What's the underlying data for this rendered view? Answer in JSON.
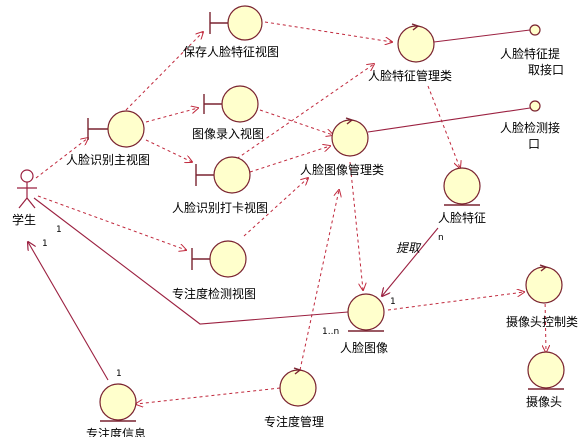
{
  "actor": {
    "label": "学生"
  },
  "nodes": {
    "main_view": "人脸识别主视图",
    "save_view": "保存人脸特征视图",
    "input_view": "图像录入视图",
    "checkin_view": "人脸识别打卡视图",
    "focus_view": "专注度检测视图",
    "feature_mgr": "人脸特征管理类",
    "image_mgr": "人脸图像管理类",
    "feature_entity": "人脸特征",
    "image_entity": "人脸图像",
    "camera_ctrl": "摄像头控制类",
    "camera": "摄像头",
    "focus_mgr": "专注度管理",
    "focus_info": "专注度信息",
    "extract_iface": "人脸特征提取接口",
    "detect_iface": "人脸检测接口"
  },
  "labels": {
    "extract": "提取",
    "mult_n": "n",
    "mult_1_image": "1",
    "mult_1n": "1..n",
    "mult_1_actor": "1",
    "mult_1_focus": "1"
  },
  "colors": {
    "circle_fill": "#ffffcc",
    "outline": "#7a2330",
    "dependency": "#c0283c",
    "association": "#9b2040"
  }
}
